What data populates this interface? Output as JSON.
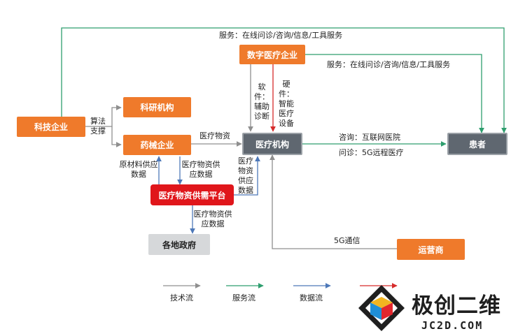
{
  "colors": {
    "tech_flow": "#8f8f8f",
    "service_flow": "#2e9e6e",
    "data_flow": "#4d78b8",
    "red_flow": "#d62b2b",
    "orange_node": "#ef7a2b",
    "red_node": "#e0161b",
    "dark_node": "#5f6770"
  },
  "nodes": {
    "tech_company": "科技企业",
    "research": "科研机构",
    "pharma": "药械企业",
    "digital_medical": "数字医疗企业",
    "medical_institution": "医疗机构",
    "patient": "患者",
    "platform": "医疗物资供需平台",
    "government": "各地政府",
    "operator": "运营商"
  },
  "labels": {
    "top_service": "服务：在线问诊/咨询/信息/工具服务",
    "digital_service": "服务：在线问诊/咨询/信息/工具服务",
    "algorithm_1": "算法",
    "algorithm_2": "支撑",
    "software_1": "软件：",
    "software_2": "辅助",
    "software_3": "诊断",
    "hardware_1": "硬件：",
    "hardware_2": "智能",
    "hardware_3": "医疗",
    "hardware_4": "设备",
    "medical_supplies": "医疗物资",
    "raw_supply_1": "原材料供应",
    "raw_supply_2": "数据",
    "supply_data_1": "医疗物资供",
    "supply_data_2": "应数据",
    "inst_supply_1": "医疗",
    "inst_supply_2": "物资",
    "inst_supply_3": "供应",
    "inst_supply_4": "数据",
    "gov_supply_1": "医疗物资供",
    "gov_supply_2": "应数据",
    "consult": "咨询：互联网医院",
    "remote": "问诊：5G远程医疗",
    "fiveg": "5G通信"
  },
  "legend": {
    "tech": "技术流",
    "service": "服务流",
    "data": "数据流"
  },
  "logo": {
    "name": "极创二维",
    "url": "JC2D.COM"
  }
}
